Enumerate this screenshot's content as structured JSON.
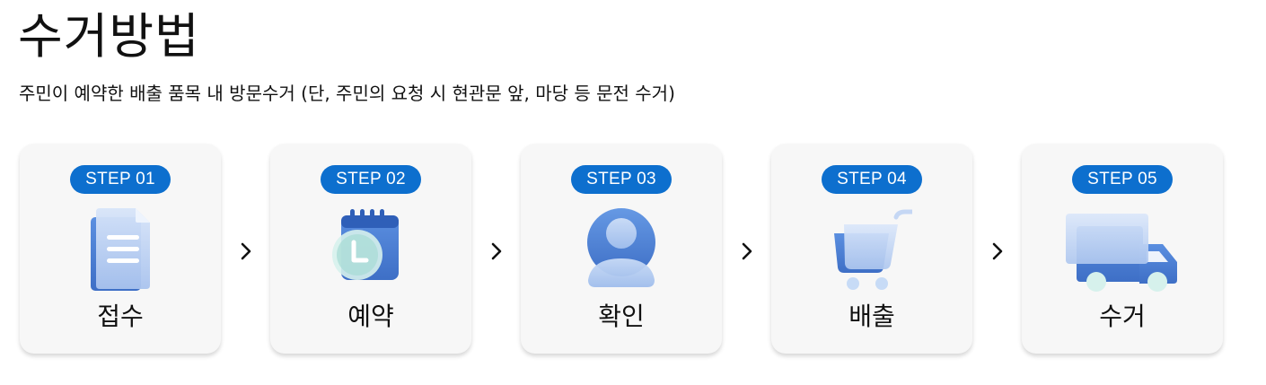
{
  "page": {
    "title": "수거방법",
    "subtitle": "주민이 예약한 배출 품목 내 방문수거 (단, 주민의 요청 시 현관문 앞, 마당 등 문전 수거)"
  },
  "steps": [
    {
      "badge": "STEP 01",
      "label": "접수",
      "icon": "document-icon"
    },
    {
      "badge": "STEP 02",
      "label": "예약",
      "icon": "calendar-clock-icon"
    },
    {
      "badge": "STEP 03",
      "label": "확인",
      "icon": "user-icon"
    },
    {
      "badge": "STEP 04",
      "label": "배출",
      "icon": "cart-icon"
    },
    {
      "badge": "STEP 05",
      "label": "수거",
      "icon": "truck-icon"
    }
  ],
  "colors": {
    "badge": "#0d6fce",
    "card": "#f7f7f7",
    "icon_blue": "#4f86d9",
    "icon_light": "#b8cff2"
  }
}
